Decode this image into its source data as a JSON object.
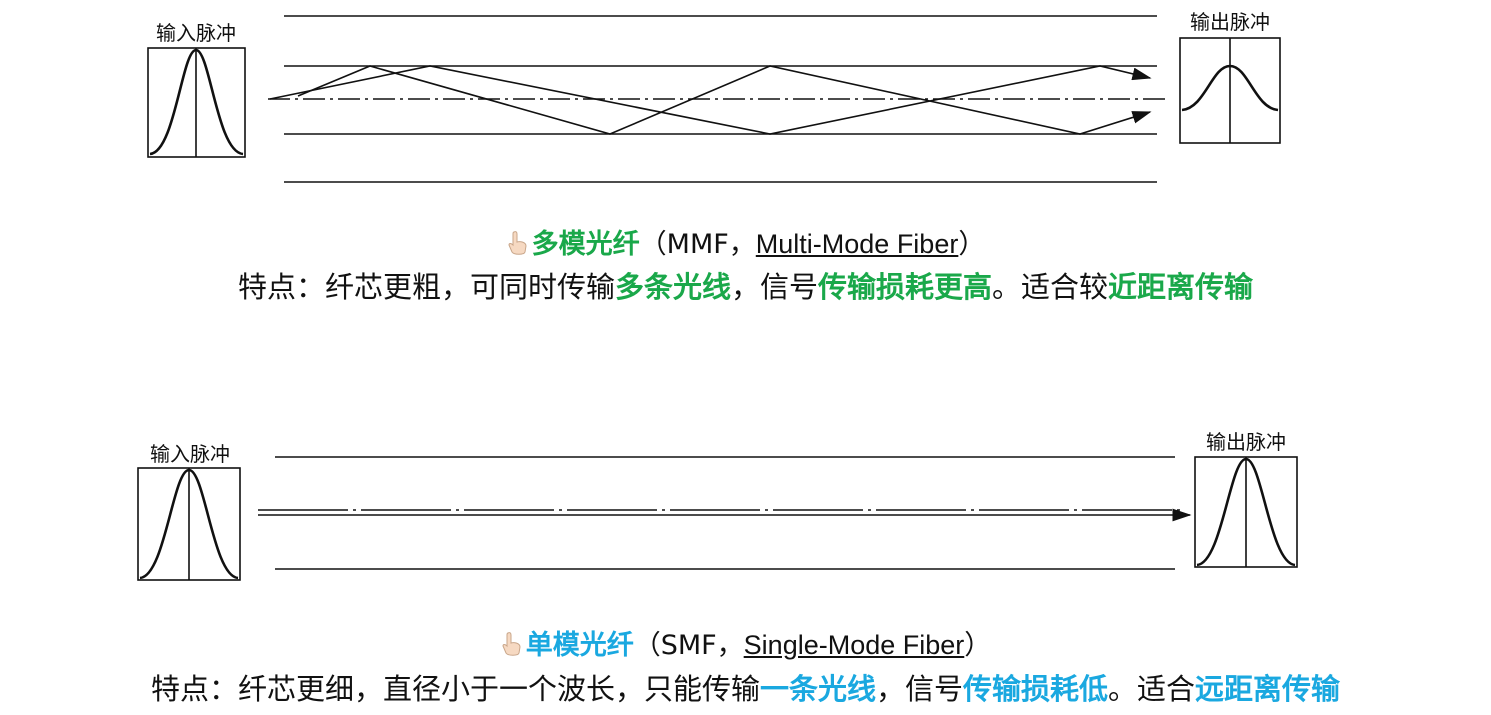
{
  "mmf": {
    "input_label": "输入脉冲",
    "output_label": "输出脉冲",
    "title_cn": "多模光纤",
    "title_open": "（MMF，",
    "title_en": "Multi-Mode Fiber",
    "title_close": "）",
    "desc": [
      {
        "text": "特点：纤芯更粗，可同时传输",
        "hl": false
      },
      {
        "text": "多条光线",
        "hl": true
      },
      {
        "text": "，信号",
        "hl": false
      },
      {
        "text": "传输损耗更高",
        "hl": true
      },
      {
        "text": "。适合较",
        "hl": false
      },
      {
        "text": "近距离传输",
        "hl": true
      }
    ],
    "color": "#1aa84a"
  },
  "smf": {
    "input_label": "输入脉冲",
    "output_label": "输出脉冲",
    "title_cn": "单模光纤",
    "title_open": "（SMF，",
    "title_en": "Single-Mode Fiber",
    "title_close": "）",
    "desc": [
      {
        "text": "特点：纤芯更细，直径小于一个波长，只能传输",
        "hl": false
      },
      {
        "text": "一条光线",
        "hl": true
      },
      {
        "text": "，信号",
        "hl": false
      },
      {
        "text": "传输损耗低",
        "hl": true
      },
      {
        "text": "。适合",
        "hl": false
      },
      {
        "text": "远距离传输",
        "hl": true
      }
    ],
    "color": "#1aa8e0"
  },
  "icon": "pointing-hand-icon"
}
